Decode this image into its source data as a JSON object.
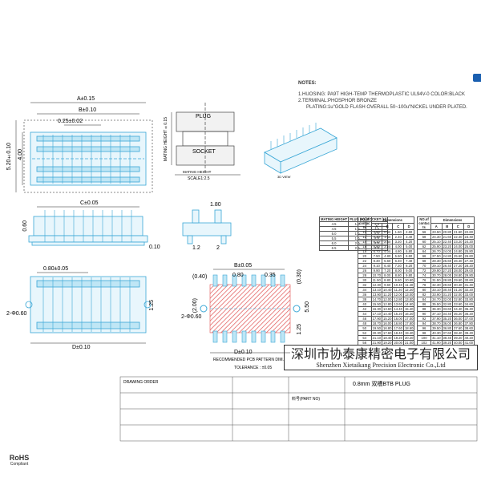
{
  "notes": {
    "heading": "NOTES:",
    "line1": "1.HUOSING: PA9T HIGH-TEMP THERMOPLASTIC UL94V-0 COLOR:BLACK",
    "line2": "2.TERMINAL:PHOSPHOR BRONZE",
    "line3": "PLATING:1u\"GOLD FLASH OVERALL 50~100u\"NICKEL UNDER PLATED."
  },
  "dims": {
    "a": "A±0.15",
    "b": "B±0.10",
    "pitch": "0.25±0.02",
    "h520": "5.20±0.10",
    "h400": "4.00",
    "c": "C±0.05",
    "h060": "0.60",
    "d010": "0.10",
    "pitch2": "0.80±0.05",
    "d": "D±0.10",
    "h125": "1.25",
    "diag": "2-Φ0.60",
    "plug": "PLUG",
    "socket": "SOCKET",
    "mating": "MATING HEIGHT",
    "scale": "SCALE1:2.5",
    "mating_h": "MATING HEIGHT±0.15",
    "h180": "1.80",
    "h12": "1.2",
    "h2": "2",
    "b005": "B±0.05",
    "p040": "(0.40)",
    "p080": "0.80",
    "p035": "0.35",
    "p030": "(0.30)",
    "p200": "(2.00)",
    "p550": "5.50",
    "p125": "1.25",
    "p2_060": "2-Φ0.60",
    "d010b": "D±0.10",
    "pcb": "RECOMMENDED PCB PATTERN DIM.",
    "tol": "TOLERANCE : ±0.05",
    "iso_label": "3D VIEW"
  },
  "mating_table": {
    "headers": [
      "MATING HEIGHT",
      "PLUG (H)",
      "SOCKET (H)"
    ],
    "rows": [
      [
        "4.5",
        "1.0",
        "3.5"
      ],
      [
        "4.5",
        "1.0",
        "3.5"
      ],
      [
        "5.0",
        "1.0",
        "4.0"
      ],
      [
        "5.5",
        "1.0",
        "4.5"
      ],
      [
        "6.0",
        "2.0",
        "4.0"
      ],
      [
        "6.5",
        "2.0",
        "4.5"
      ]
    ]
  },
  "dim_table_left": {
    "headers": [
      "NO.of contac ts",
      "A",
      "B",
      "C",
      "D"
    ],
    "title": "Dimensions",
    "rows": [
      [
        "10",
        "3.50",
        "0.80",
        "1.60",
        "2.60"
      ],
      [
        "12",
        "4.30",
        "1.60",
        "2.40",
        "3.40"
      ],
      [
        "14",
        "5.10",
        "2.40",
        "3.20",
        "4.20"
      ],
      [
        "16",
        "5.90",
        "3.20",
        "4.00",
        "5.00"
      ],
      [
        "18",
        "6.70",
        "4.00",
        "4.80",
        "5.80"
      ],
      [
        "20",
        "7.50",
        "4.80",
        "5.60",
        "6.60"
      ],
      [
        "22",
        "8.30",
        "5.60",
        "6.40",
        "7.40"
      ],
      [
        "24",
        "9.10",
        "6.40",
        "7.20",
        "8.20"
      ],
      [
        "26",
        "9.90",
        "7.20",
        "8.00",
        "9.00"
      ],
      [
        "28",
        "10.70",
        "8.00",
        "8.80",
        "9.80"
      ],
      [
        "30",
        "11.50",
        "8.80",
        "9.60",
        "10.60"
      ],
      [
        "32",
        "12.30",
        "9.60",
        "10.40",
        "11.40"
      ],
      [
        "34",
        "13.10",
        "10.40",
        "11.20",
        "12.20"
      ],
      [
        "36",
        "13.90",
        "11.20",
        "12.00",
        "13.00"
      ],
      [
        "38",
        "14.70",
        "12.00",
        "12.80",
        "13.80"
      ],
      [
        "40",
        "15.50",
        "12.80",
        "13.60",
        "14.60"
      ],
      [
        "42",
        "16.30",
        "13.60",
        "14.40",
        "15.40"
      ],
      [
        "44",
        "17.10",
        "14.40",
        "15.20",
        "16.20"
      ],
      [
        "46",
        "17.90",
        "15.20",
        "16.00",
        "17.00"
      ],
      [
        "48",
        "18.70",
        "16.00",
        "16.80",
        "17.80"
      ],
      [
        "50",
        "19.50",
        "16.80",
        "17.60",
        "18.60"
      ],
      [
        "52",
        "20.30",
        "17.60",
        "18.40",
        "19.40"
      ],
      [
        "54",
        "21.10",
        "18.40",
        "19.20",
        "20.20"
      ],
      [
        "56",
        "21.90",
        "19.20",
        "20.00",
        "21.00"
      ]
    ]
  },
  "dim_table_right": {
    "headers": [
      "NO.of contac ts",
      "A",
      "B",
      "C",
      "D"
    ],
    "title": "Dimensions",
    "rows": [
      [
        "56",
        "23.50",
        "20.80",
        "21.60",
        "22.60"
      ],
      [
        "58",
        "24.30",
        "21.60",
        "22.40",
        "23.40"
      ],
      [
        "60",
        "25.10",
        "22.40",
        "23.20",
        "24.20"
      ],
      [
        "62",
        "25.90",
        "23.20",
        "24.00",
        "25.00"
      ],
      [
        "64",
        "26.70",
        "24.00",
        "24.80",
        "25.80"
      ],
      [
        "66",
        "27.50",
        "24.80",
        "25.60",
        "26.60"
      ],
      [
        "68",
        "28.30",
        "25.60",
        "26.40",
        "27.40"
      ],
      [
        "70",
        "29.10",
        "26.40",
        "27.20",
        "28.20"
      ],
      [
        "72",
        "29.90",
        "27.20",
        "28.00",
        "29.00"
      ],
      [
        "74",
        "30.70",
        "28.00",
        "28.80",
        "29.80"
      ],
      [
        "76",
        "31.50",
        "28.80",
        "29.60",
        "30.60"
      ],
      [
        "78",
        "32.30",
        "29.60",
        "30.40",
        "31.40"
      ],
      [
        "80",
        "33.10",
        "30.40",
        "31.20",
        "32.20"
      ],
      [
        "82",
        "33.90",
        "31.20",
        "32.00",
        "33.00"
      ],
      [
        "84",
        "34.70",
        "32.00",
        "32.80",
        "33.80"
      ],
      [
        "86",
        "35.50",
        "32.80",
        "33.60",
        "34.60"
      ],
      [
        "88",
        "36.30",
        "33.60",
        "34.40",
        "35.40"
      ],
      [
        "90",
        "37.10",
        "34.40",
        "35.20",
        "36.20"
      ],
      [
        "92",
        "37.90",
        "35.20",
        "36.00",
        "37.00"
      ],
      [
        "94",
        "38.70",
        "36.00",
        "36.80",
        "37.80"
      ],
      [
        "96",
        "39.50",
        "36.80",
        "37.60",
        "38.60"
      ],
      [
        "98",
        "40.30",
        "37.60",
        "38.40",
        "39.40"
      ],
      [
        "100",
        "41.10",
        "38.40",
        "39.20",
        "40.20"
      ],
      [
        "102",
        "41.90",
        "39.20",
        "40.00",
        "41.00"
      ]
    ]
  },
  "company": {
    "cn": "深圳市协泰康精密电子有限公司",
    "en": "Shenzhen Xietaikang Precision Electronic Co.,Ltd"
  },
  "title_block": {
    "part_title": "0.8mm 双槽BTB PLUG",
    "part_no": "料号(PART NO)",
    "mark": "DRAWING ORDER"
  },
  "rohs": {
    "logo": "RoHS",
    "sub": "Compliant"
  },
  "colors": {
    "drawing_blue": "#3aa7d6",
    "drawing_fill": "#bfe6f5",
    "pcb_red": "#e05050",
    "line_gray": "#555555"
  }
}
